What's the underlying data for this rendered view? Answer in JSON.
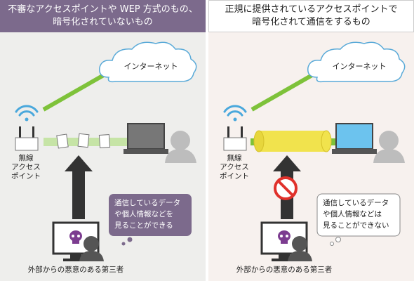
{
  "left": {
    "title": "不審なアクセスポイントや WEP 方式のもの、\n暗号化されていないもの",
    "cloud_label": "インターネット",
    "router_label": "無線\nアクセス\nポイント",
    "bubble_text": "通信しているデータ\nや個人情報などを\n見ることができる",
    "attacker_label": "外部からの悪意のある第三者",
    "colors": {
      "header_bg": "#7c6a8c",
      "bubble_bg": "#7c6a8c",
      "cable": "#7ec23a",
      "tunnel": "#c6e4a6"
    }
  },
  "right": {
    "title": "正規に提供されているアクセスポイントで\n暗号化されて通信をするもの",
    "cloud_label": "インターネット",
    "router_label": "無線\nアクセス\nポイント",
    "bubble_text": "通信しているデータ\nや個人情報などは\n見ることができない",
    "attacker_label": "外部からの悪意のある第三者",
    "colors": {
      "header_bg": "#ffffff",
      "bubble_bg": "#ffffff",
      "cable": "#7ec23a",
      "tunnel": "#f1e34d",
      "no_sign": "#e0312b"
    }
  },
  "icons": [
    "wifi-icon",
    "router-icon",
    "cloud-icon",
    "laptop-icon",
    "person-icon",
    "monitor-icon",
    "skull-icon",
    "arrow-up-icon",
    "no-entry-icon",
    "packet-icon",
    "tunnel-icon"
  ]
}
